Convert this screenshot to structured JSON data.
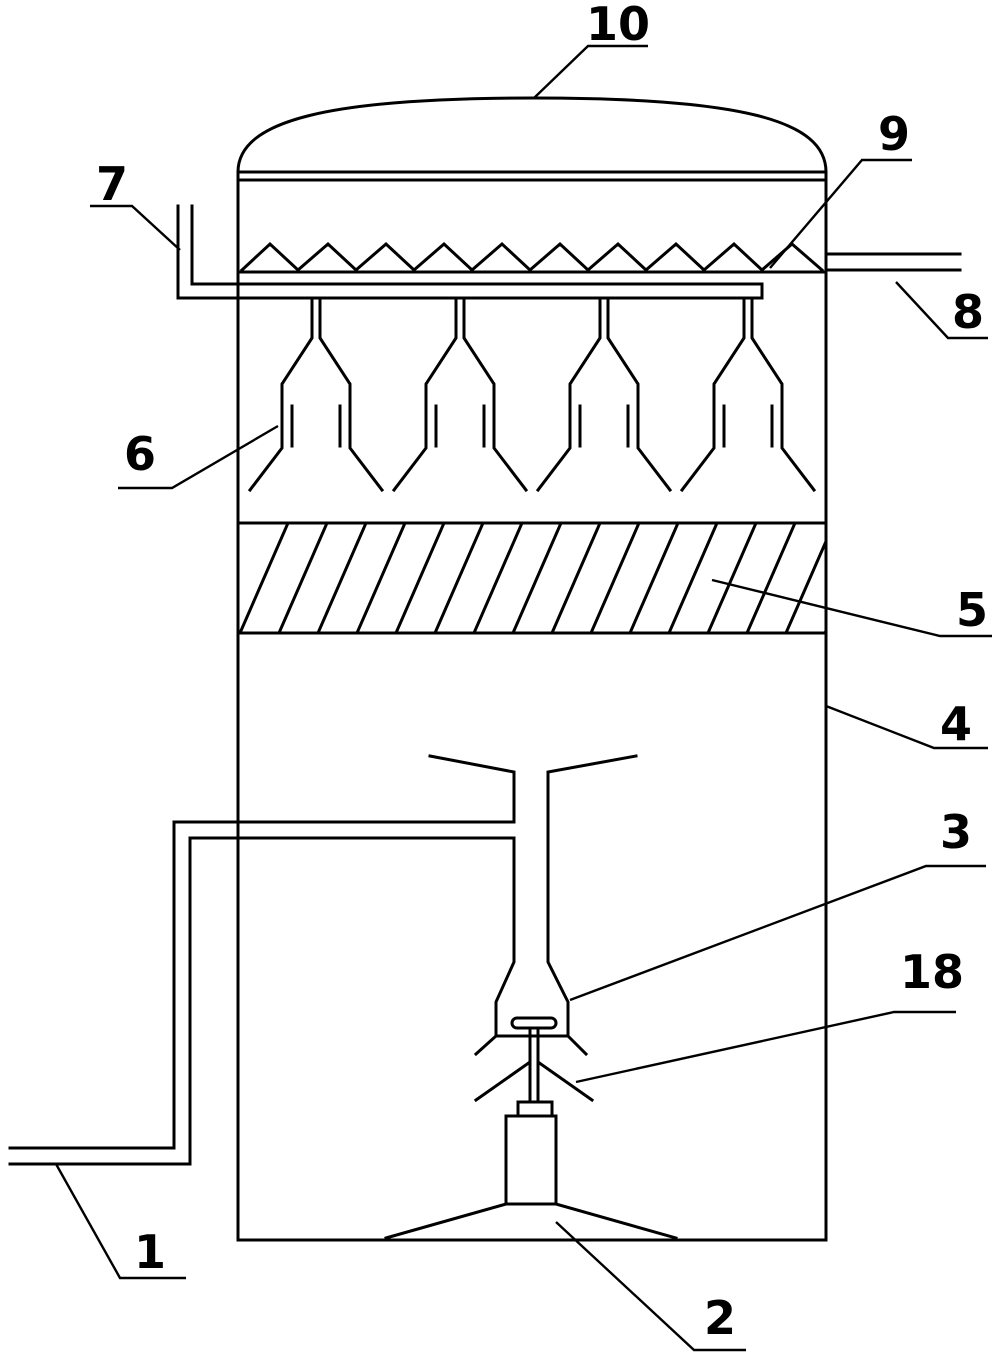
{
  "diagram": {
    "labels": {
      "l1": "1",
      "l2": "2",
      "l3": "3",
      "l4": "4",
      "l5": "5",
      "l6": "6",
      "l7": "7",
      "l8": "8",
      "l9": "9",
      "l10": "10",
      "l18": "18"
    },
    "colors": {
      "line": "#000000",
      "background": "#ffffff"
    }
  }
}
